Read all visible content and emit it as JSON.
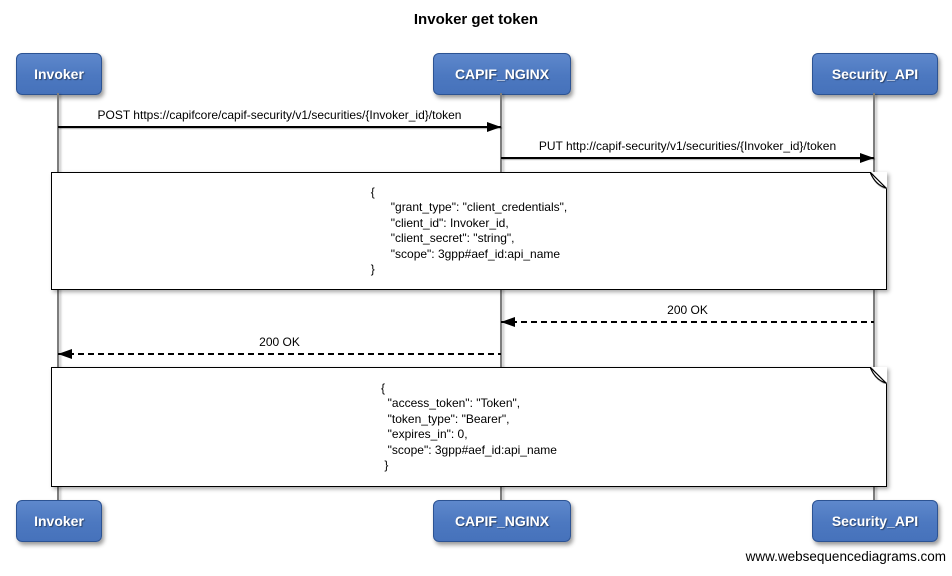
{
  "title": "Invoker get token",
  "actors": [
    {
      "name": "Invoker"
    },
    {
      "name": "CAPIF_NGINX"
    },
    {
      "name": "Security_API"
    }
  ],
  "messages": [
    {
      "label": "POST https://capifcore/capif-security/v1/securities/{Invoker_id}/token",
      "from": "Invoker",
      "to": "CAPIF_NGINX",
      "line": "solid"
    },
    {
      "label": "PUT http://capif-security/v1/securities/{Invoker_id}/token",
      "from": "CAPIF_NGINX",
      "to": "Security_API",
      "line": "solid"
    },
    {
      "label": "200 OK",
      "from": "Security_API",
      "to": "CAPIF_NGINX",
      "line": "dashed"
    },
    {
      "label": "200 OK",
      "from": "CAPIF_NGINX",
      "to": "Invoker",
      "line": "dashed"
    }
  ],
  "notes": [
    {
      "text": "{\n      \"grant_type\": \"client_credentials\",\n      \"client_id\": Invoker_id,\n      \"client_secret\": \"string\",\n      \"scope\": 3gpp#aef_id:api_name\n}"
    },
    {
      "text": "{\n  \"access_token\": \"Token\",\n  \"token_type\": \"Bearer\",\n  \"expires_in\": 0,\n  \"scope\": 3gpp#aef_id:api_name\n }"
    }
  ],
  "footer": "www.websequencediagrams.com",
  "colors": {
    "actor_fill": "#4d7ac1",
    "actor_border": "#2c5393",
    "actor_text": "#ffffff",
    "lifeline": "#7d7d7d",
    "message_line": "#000000",
    "note_background": "#ffffff",
    "note_border": "#000000"
  }
}
